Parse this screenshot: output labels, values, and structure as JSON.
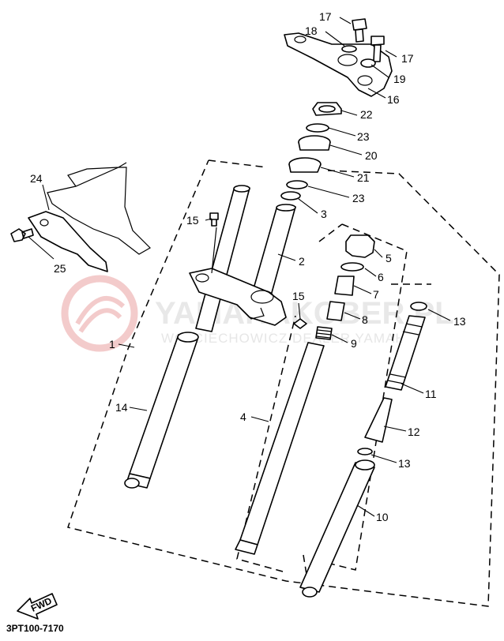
{
  "callouts": [
    {
      "id": "c17a",
      "text": "17"
    },
    {
      "id": "c18",
      "text": "18"
    },
    {
      "id": "c17b",
      "text": "17"
    },
    {
      "id": "c19",
      "text": "19"
    },
    {
      "id": "c16",
      "text": "16"
    },
    {
      "id": "c22",
      "text": "22"
    },
    {
      "id": "c23a",
      "text": "23"
    },
    {
      "id": "c20",
      "text": "20"
    },
    {
      "id": "c21",
      "text": "21"
    },
    {
      "id": "c23b",
      "text": "23"
    },
    {
      "id": "c3",
      "text": "3"
    },
    {
      "id": "c24",
      "text": "24"
    },
    {
      "id": "c15a",
      "text": "15"
    },
    {
      "id": "c25",
      "text": "25"
    },
    {
      "id": "c2",
      "text": "2"
    },
    {
      "id": "c5",
      "text": "5"
    },
    {
      "id": "c6",
      "text": "6"
    },
    {
      "id": "c7",
      "text": "7"
    },
    {
      "id": "c15b",
      "text": "15"
    },
    {
      "id": "c8",
      "text": "8"
    },
    {
      "id": "c13a",
      "text": "13"
    },
    {
      "id": "c1",
      "text": "1"
    },
    {
      "id": "c9",
      "text": "9"
    },
    {
      "id": "c11",
      "text": "11"
    },
    {
      "id": "c14",
      "text": "14"
    },
    {
      "id": "c4",
      "text": "4"
    },
    {
      "id": "c12",
      "text": "12"
    },
    {
      "id": "c13b",
      "text": "13"
    },
    {
      "id": "c10",
      "text": "10"
    }
  ],
  "diagram_code": "3PT100-7170",
  "fwd_label": "FWD",
  "watermark": {
    "brand": "YAMAHAKOBER.PL",
    "subtitle": "WOJCIECHOWICZ DEALER YAMAHA"
  }
}
